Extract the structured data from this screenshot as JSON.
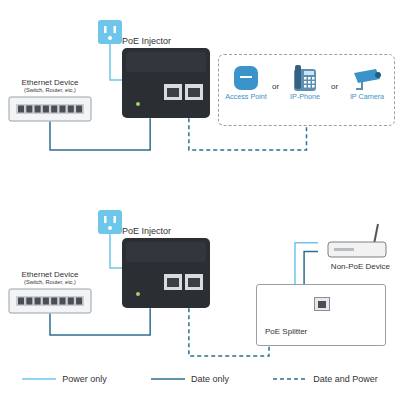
{
  "diagram": {
    "nodes": [
      {
        "text": [
          "Ethernet Device",
          "(Switch, Router, etc.)"
        ]
      },
      {
        "text": [
          "PoE Injector"
        ]
      },
      {
        "text": [
          "or",
          "or"
        ]
      },
      {
        "text": [
          "Access Point"
        ],
        "in": 2
      },
      {
        "text": [
          "IP-Phone"
        ],
        "in": 2
      },
      {
        "text": [
          "IP Camera"
        ],
        "in": 2
      },
      {
        "text": [
          "Ethernet Device",
          "(Switch, Router, etc.)"
        ]
      },
      {
        "text": [
          "PoE Injector"
        ]
      },
      {
        "text": [
          "Non-PoE Device"
        ]
      },
      {
        "text": [
          "PoE Splitter"
        ]
      }
    ],
    "edges": [
      {
        "from": 0,
        "to": 1,
        "arrow": "none"
      },
      {
        "from": 1,
        "to": 2,
        "arrow": "none"
      },
      {
        "from": 6,
        "to": 7,
        "arrow": "none"
      },
      {
        "from": 7,
        "to": 9,
        "arrow": "none"
      },
      {
        "from": 9,
        "to": 8,
        "arrow": "none"
      },
      {
        "from": 9,
        "to": 8,
        "arrow": "none"
      }
    ],
    "legend": [
      {
        "text": "Power only"
      },
      {
        "text": "Date only"
      },
      {
        "text": "Date and Power"
      }
    ]
  }
}
